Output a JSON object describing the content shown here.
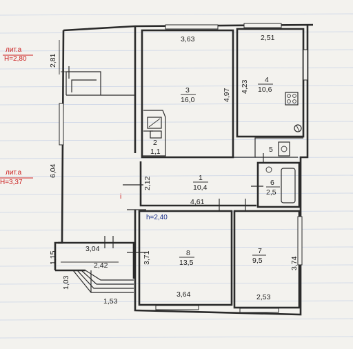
{
  "side_notes": {
    "lit_a_top": "лит.а",
    "h_top": "H=2,80",
    "lit_a_mid": "лит.а",
    "h_mid": "H=3,37"
  },
  "dims": {
    "top_left_h": "2,81",
    "left_v": "6,04",
    "left_low": "1,15",
    "left_bottom": "1,03",
    "room3_top": "3,63",
    "room3_right": "4,97",
    "room4_top": "2,51",
    "room4_left": "4,23",
    "room1_left": "2,12",
    "room1_bottom": "4,61",
    "porch_top": "3,04",
    "porch_bottom": "2,42",
    "steps_bottom": "1,53",
    "room8_left": "3,71",
    "room8_bottom": "3,64",
    "room7_right": "3,74",
    "room7_bottom": "2,53"
  },
  "rooms": [
    {
      "num": "3",
      "area": "16,0"
    },
    {
      "num": "4",
      "area": "10,6"
    },
    {
      "num": "1",
      "area": "10,4"
    },
    {
      "num": "5",
      "area": ""
    },
    {
      "num": "6",
      "area": "2,5"
    },
    {
      "num": "2",
      "area": "1,1"
    },
    {
      "num": "8",
      "area": "13,5"
    },
    {
      "num": "7",
      "area": "9,5"
    }
  ],
  "annotations": {
    "ceiling_height": "h=2,40",
    "stray_mark": "i"
  }
}
